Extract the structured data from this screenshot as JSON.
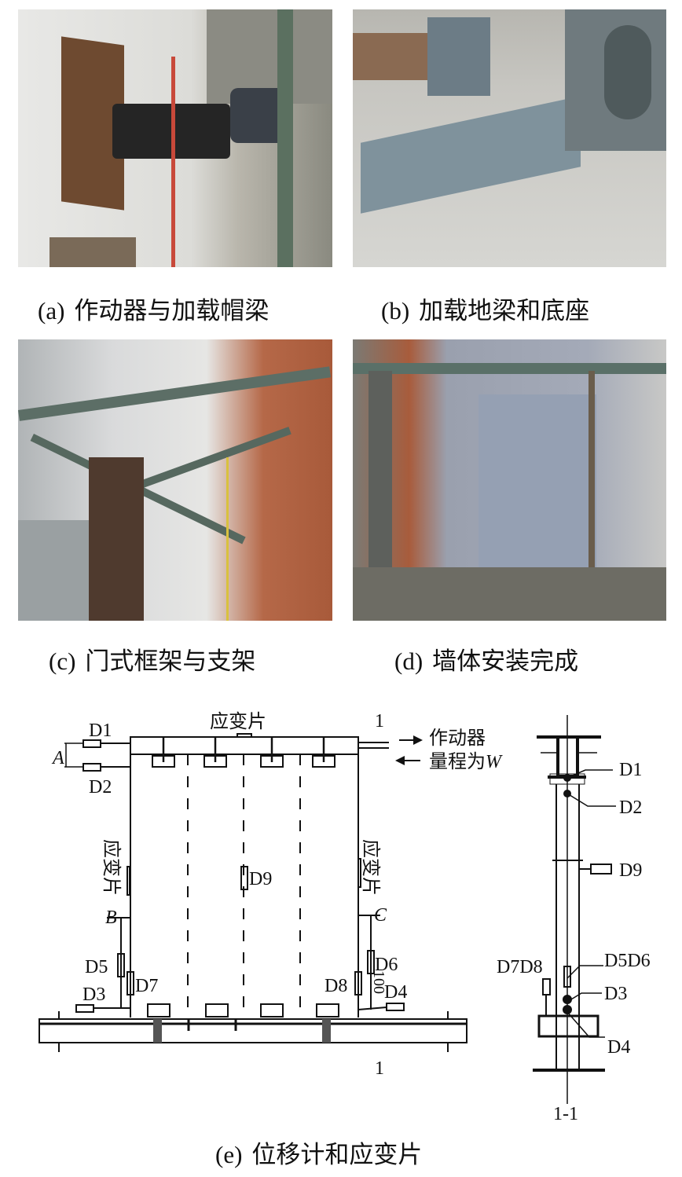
{
  "panels": [
    {
      "label": "(a)",
      "caption": "作动器与加载帽梁"
    },
    {
      "label": "(b)",
      "caption": "加载地梁和底座"
    },
    {
      "label": "(c)",
      "caption": "门式框架与支架"
    },
    {
      "label": "(d)",
      "caption": "墙体安装完成"
    },
    {
      "label": "(e)",
      "caption": "位移计和应变片"
    }
  ],
  "diagram": {
    "strain_gauge": "应变片",
    "actuator": "作动器",
    "range": "量程为",
    "range_var": "W",
    "section_mark": "1",
    "section_label": "1-1",
    "point_a": "A",
    "point_b": "B",
    "point_c": "C",
    "dim_100": "100",
    "sensors": {
      "d1": "D1",
      "d2": "D2",
      "d3": "D3",
      "d4": "D4",
      "d5": "D5",
      "d6": "D6",
      "d7": "D7",
      "d8": "D8",
      "d9": "D9",
      "d7d8": "D7D8",
      "d5d6": "D5D6"
    }
  }
}
